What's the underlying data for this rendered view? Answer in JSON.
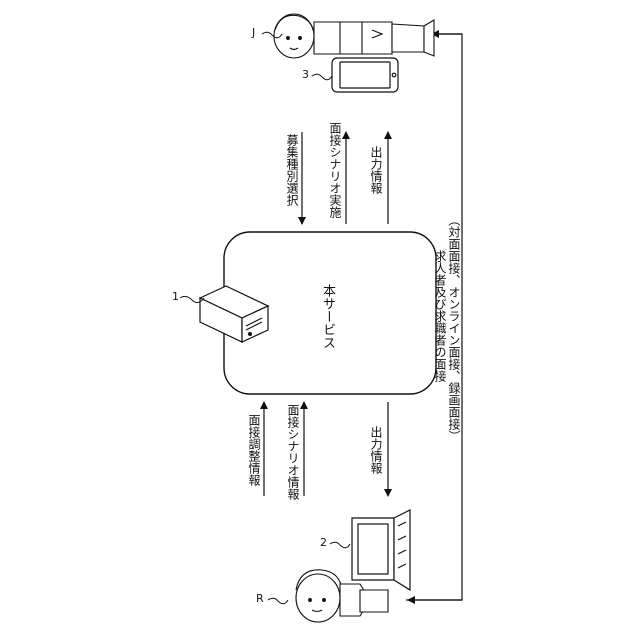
{
  "service": {
    "label": "本サービス"
  },
  "labels": {
    "server": "1",
    "recruiter_device": "2",
    "applicant_device": "3",
    "recruiter": "R",
    "applicant": "J"
  },
  "arrows_top": {
    "recruitment": "募集種別選択",
    "scenario_run": "面接シナリオ実施",
    "output": "出力情報"
  },
  "arrows_bottom": {
    "adjust": "面接調整情報",
    "scenario_info": "面接シナリオ情報",
    "output": "出力情報"
  },
  "interview": {
    "line1": "求人者及び求職者の面接",
    "line2": "（対面面接、オンライン面接、録画面接）"
  }
}
